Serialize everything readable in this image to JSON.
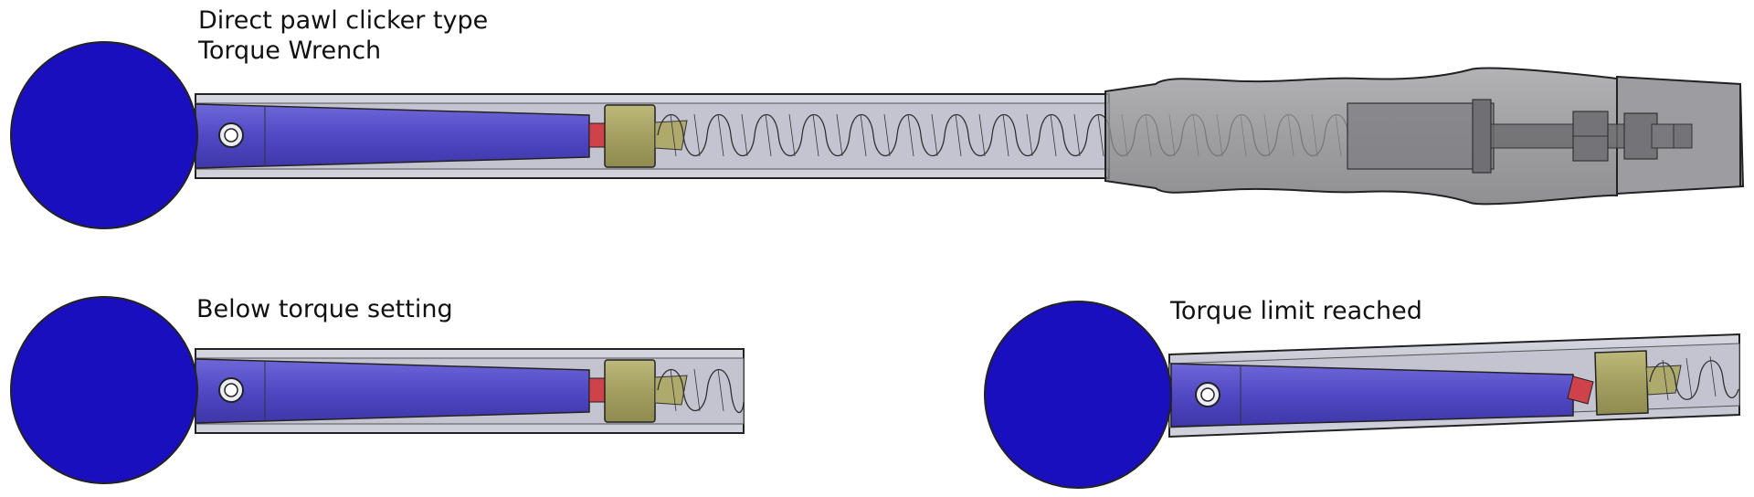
{
  "labels": {
    "main_title_line1": "Direct pawl clicker type",
    "main_title_line2": "Torque Wrench",
    "below_setting": "Below torque setting",
    "limit_reached": "Torque limit reached"
  },
  "colors": {
    "head_blue": "#1a0fbf",
    "pawl_blue": "#5a52cc",
    "tube_grey": "#c9cad4",
    "tube_inner": "#b3b4c2",
    "pin_red": "#d0424a",
    "block_olive": "#a8a466",
    "handle_grey": "#8a8a8c",
    "handle_dark": "#6e6e70",
    "outline": "#222222"
  },
  "icons": {
    "head": "wrench-head-circle",
    "pivot": "pivot-pin-icon",
    "spring": "coil-spring-icon"
  }
}
